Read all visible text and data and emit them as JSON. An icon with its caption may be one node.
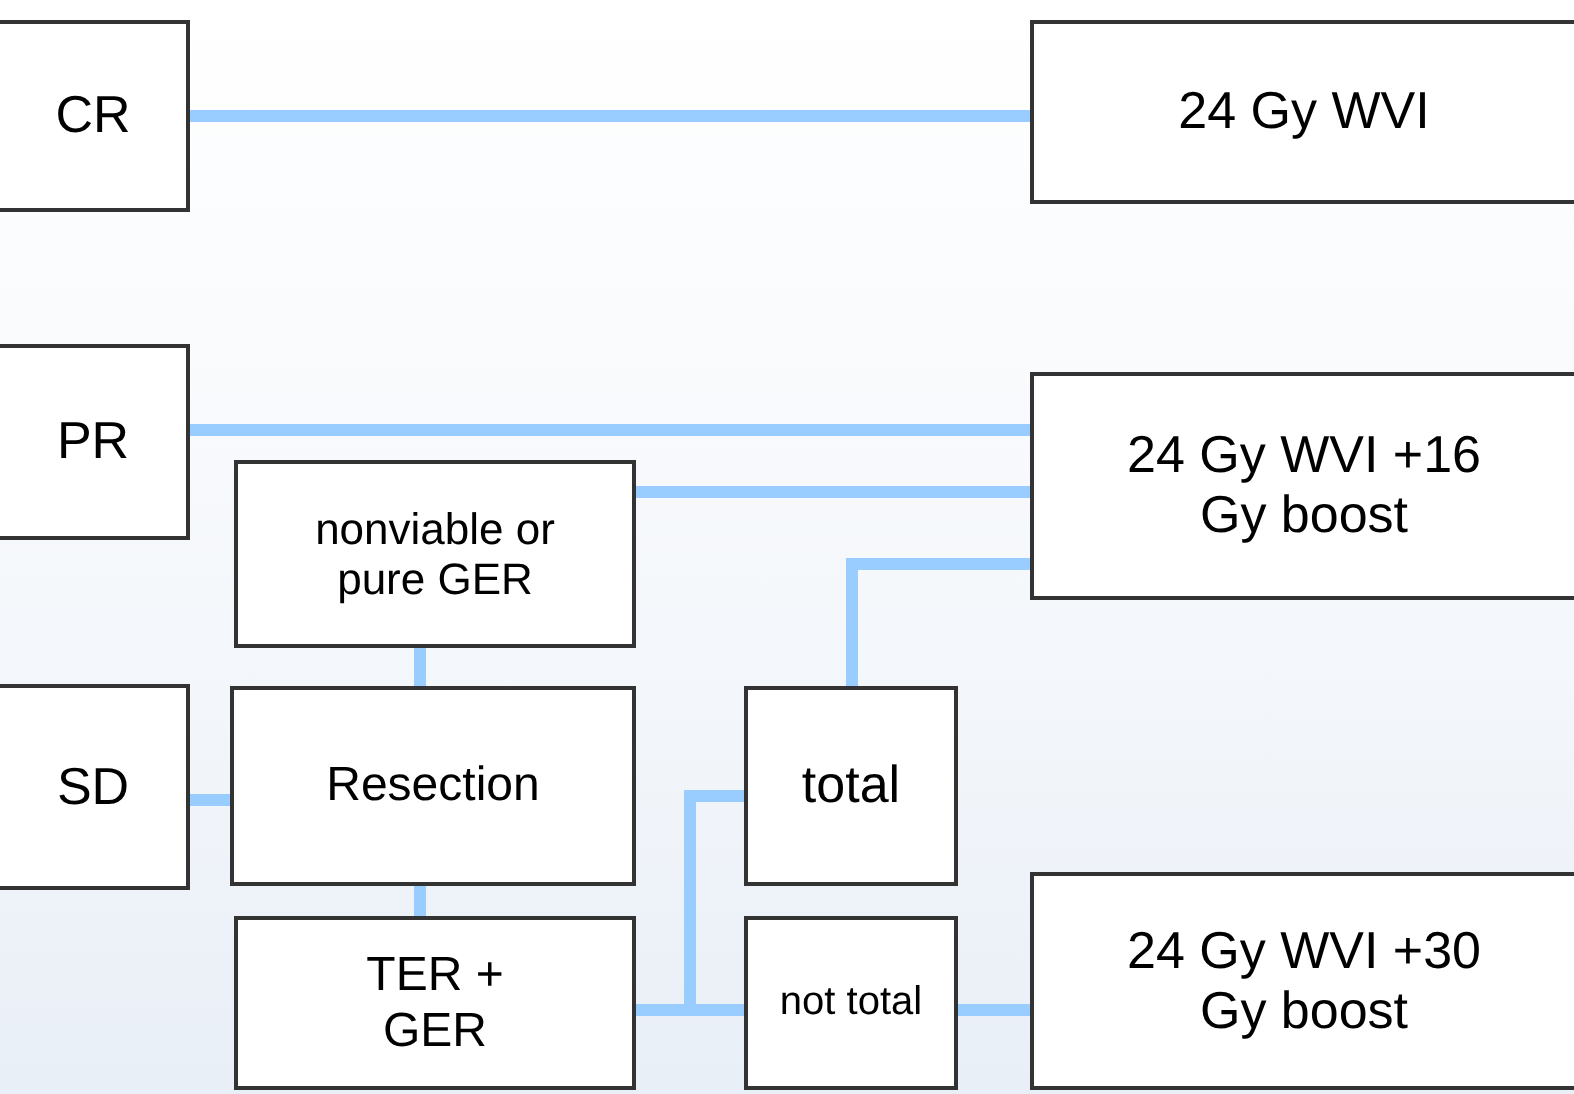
{
  "diagram": {
    "nodes": [
      {
        "text": [
          "CR"
        ]
      },
      {
        "text": [
          "24 Gy WVI"
        ]
      },
      {
        "text": [
          "PR"
        ]
      },
      {
        "text": [
          "24 Gy WVI +16 Gy boost"
        ]
      },
      {
        "text": [
          "SD"
        ]
      },
      {
        "text": [
          "nonviable or pure GER"
        ]
      },
      {
        "text": [
          "Resection"
        ]
      },
      {
        "text": [
          "TER + GER"
        ]
      },
      {
        "text": [
          "total"
        ]
      },
      {
        "text": [
          "not total"
        ]
      },
      {
        "text": [
          "24 Gy WVI +30 Gy boost"
        ]
      }
    ],
    "edges": [
      {
        "from": 0,
        "to": 1,
        "arrow": "none"
      },
      {
        "from": 2,
        "to": 3,
        "arrow": "none"
      },
      {
        "from": 5,
        "to": 3,
        "arrow": "none"
      },
      {
        "from": 8,
        "to": 3,
        "arrow": "none"
      },
      {
        "from": 4,
        "to": 6,
        "arrow": "none"
      },
      {
        "from": 5,
        "to": 6,
        "arrow": "none"
      },
      {
        "from": 6,
        "to": 7,
        "arrow": "none"
      },
      {
        "from": 7,
        "to": 8,
        "arrow": "none"
      },
      {
        "from": 7,
        "to": 9,
        "arrow": "none"
      },
      {
        "from": 9,
        "to": 10,
        "arrow": "none"
      }
    ]
  }
}
